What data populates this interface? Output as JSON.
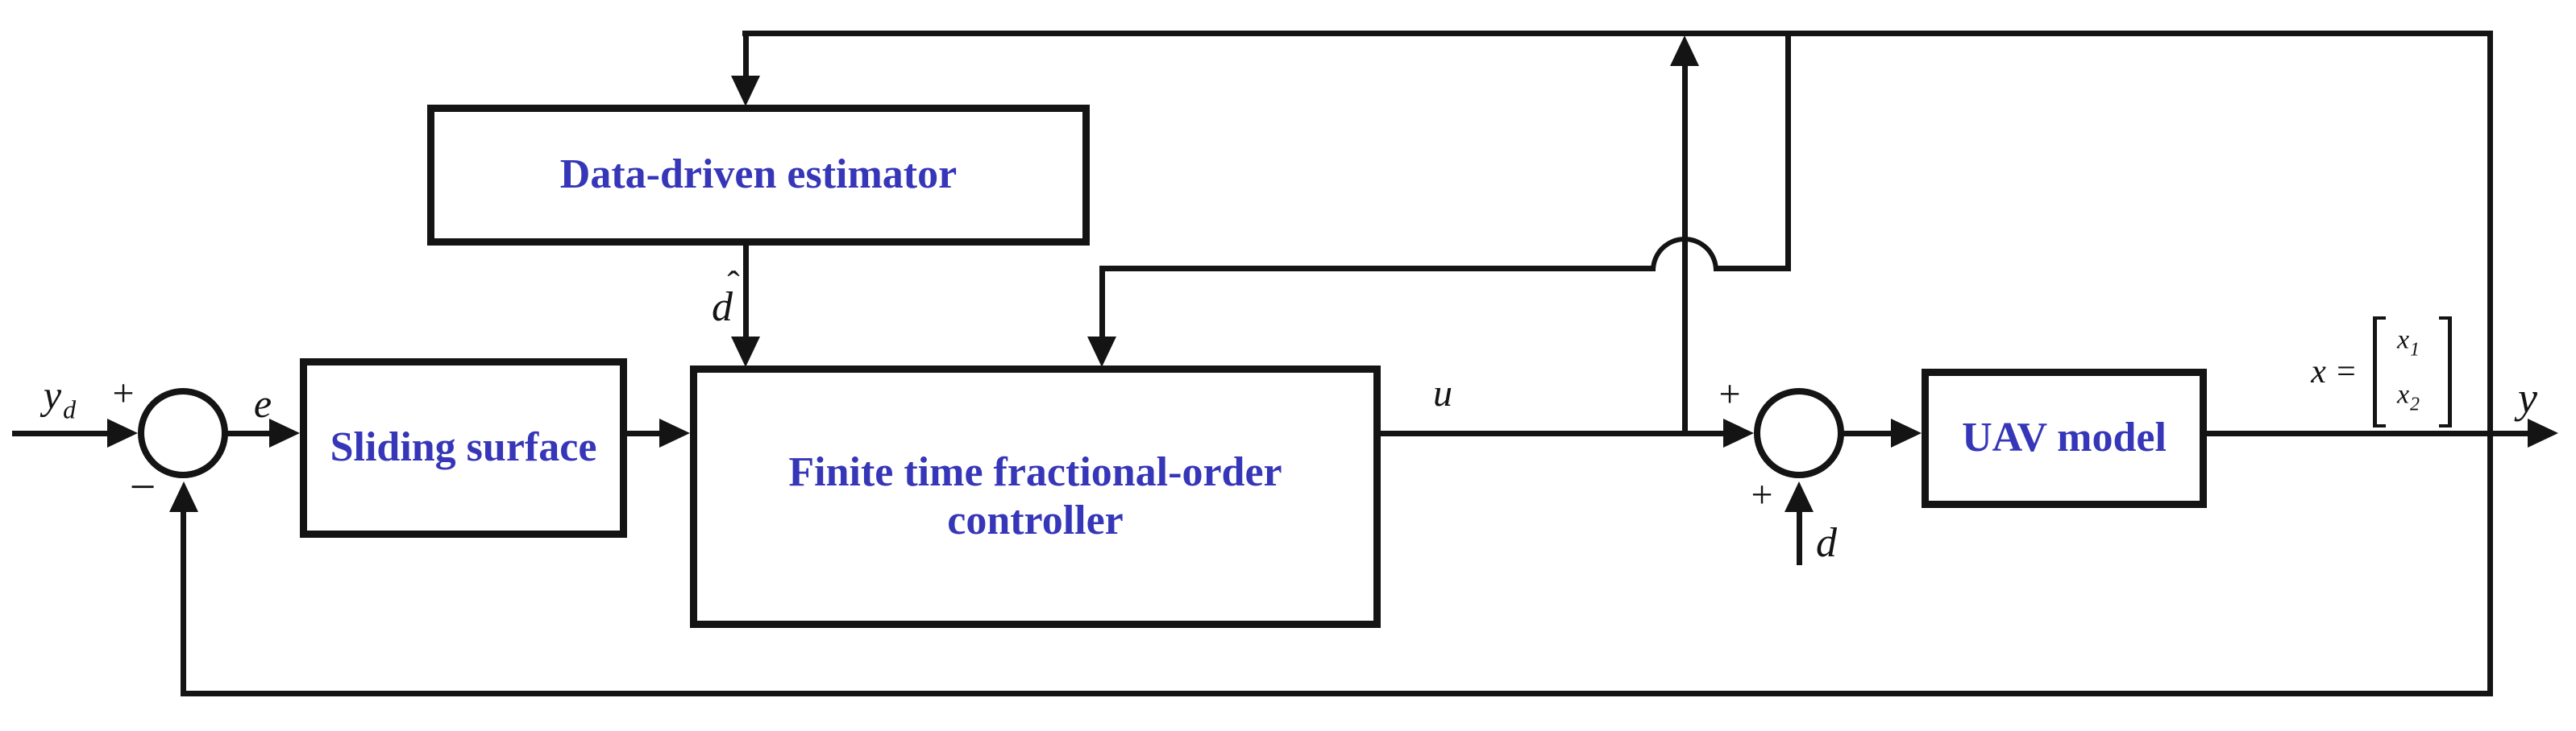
{
  "blocks": {
    "estimator": "Data-driven estimator",
    "sliding": "Sliding surface",
    "controller_line1": "Finite time fractional-order",
    "controller_line2": "controller",
    "uav": "UAV model"
  },
  "signals": {
    "reference_base": "y",
    "reference_sub": "d",
    "error": "e",
    "control": "u",
    "disturbance": "d",
    "estimate_base": "d",
    "estimate_accent": "ˆ",
    "output": "y",
    "state_eq": "x =",
    "state1_base": "x",
    "state1_sub": "1",
    "state2_base": "x",
    "state2_sub": "2"
  },
  "signs": {
    "sum1_plus": "+",
    "sum1_minus": "−",
    "sum2_plus_in": "+",
    "sum2_plus_disturbance": "+"
  },
  "colors": {
    "line": "#141414",
    "block_text": "#3636b8",
    "math_text": "#141414",
    "background": "#ffffff"
  }
}
